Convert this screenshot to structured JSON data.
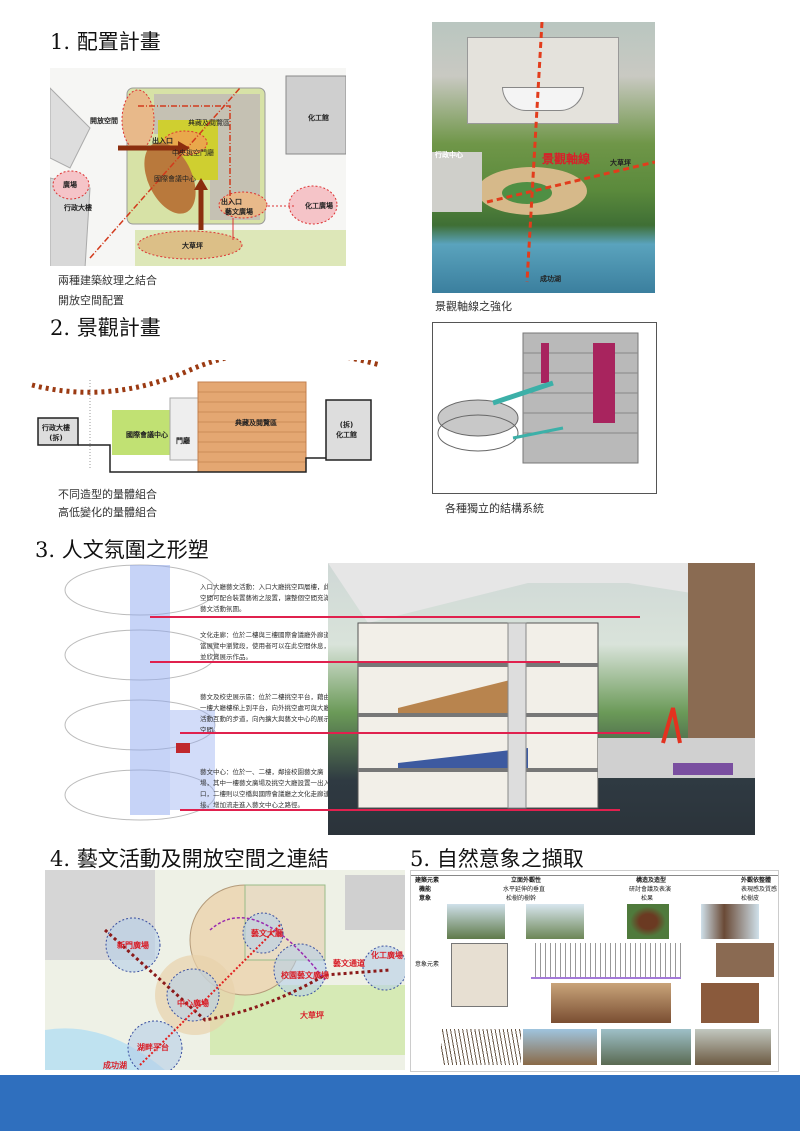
{
  "sections": [
    {
      "title": "1. 配置計畫"
    },
    {
      "title": "2. 景觀計畫"
    },
    {
      "title": "3. 人文氛圍之形塑"
    },
    {
      "title": "4. 藝文活動及開放空間之連結"
    },
    {
      "title": "5. 自然意象之擷取"
    }
  ],
  "site_plan": {
    "labels": {
      "open_space": "開放空間",
      "exhibit": "典藏及閱覽區",
      "entrance1": "出入口",
      "central": "中央挑空門廳",
      "conference": "國際會議中心",
      "plaza_left": "廣場",
      "admin": "行政大樓",
      "entrance2": "出入口",
      "arts_plaza": "藝文廣場",
      "chem_bldg": "化工館",
      "chem_plaza": "化工廣場",
      "lawn": "大草坪"
    },
    "captions": [
      "兩種建築紋理之結合",
      "開放空間配置"
    ]
  },
  "rendering": {
    "labels": {
      "admin_center": "行政中心",
      "axis": "景觀軸線",
      "lawn": "大草坪",
      "lake": "成功湖"
    },
    "caption": "景觀軸線之強化"
  },
  "section_diagram": {
    "labels": {
      "admin": "行政大樓\n(拆)",
      "conference": "國際會議中心",
      "hall": "門廳",
      "exhibit": "典藏及閱覽區",
      "chem": "(拆)\n化工館"
    },
    "captions": [
      "不同造型的量體組合",
      "高低變化的量體組合"
    ]
  },
  "structure": {
    "caption": "各種獨立的結構系統"
  },
  "humanities": {
    "notes": [
      "入口大廳藝文活動：入口大廳挑空四層樓，此空間可配合裝置藝術之設置，讓整個空間充滿藝文活動氛圍。",
      "文化走廊：位於二樓與三樓國際會議廳外廊道當展覽中瀏覽段，使用者可以在此空間休息，並欣賞展示作品。",
      "藝文及校史展示區：位於二樓挑空平台，藉由一樓大廳樓梯上到平台，向外挑空處可與大廳活動互動的步道，向內擴大與藝文中心的展示空間。",
      "藝文中心：位於一、二樓，鄰接校園藝文廣場，其中一樓藝文廣場及挑空大廳設置一出入口，二樓則以空橋與國際會議廳之文化走廊連接，增加流走進入藝文中心之路徑。"
    ]
  },
  "open_space_map": {
    "labels": {
      "gate_plaza": "新門廣場",
      "art_hall": "藝文大廳",
      "chem_plaza": "化工廣場",
      "arts_link": "藝文通道",
      "arts_plaza": "校園藝文廣場",
      "central_plaza": "中心廣場",
      "lawn": "大草坪",
      "lake_stage": "湖畔平台",
      "lake": "成功湖"
    }
  },
  "nature_table": {
    "headers": [
      "建築元素",
      "立面外觀性",
      "構造及造型",
      "外觀依整體"
    ],
    "rows": [
      {
        "label": "機能",
        "values": [
          "水平延伸的垂直",
          "研討會議及表演",
          "表現感及質感"
        ]
      },
      {
        "label": "意象",
        "values": [
          "松樹的樹幹",
          "松果",
          "松樹皮"
        ]
      }
    ],
    "side_label": "意象元素"
  },
  "colors": {
    "footer": "#2f6fbe",
    "accent_red": "#d8202a"
  }
}
